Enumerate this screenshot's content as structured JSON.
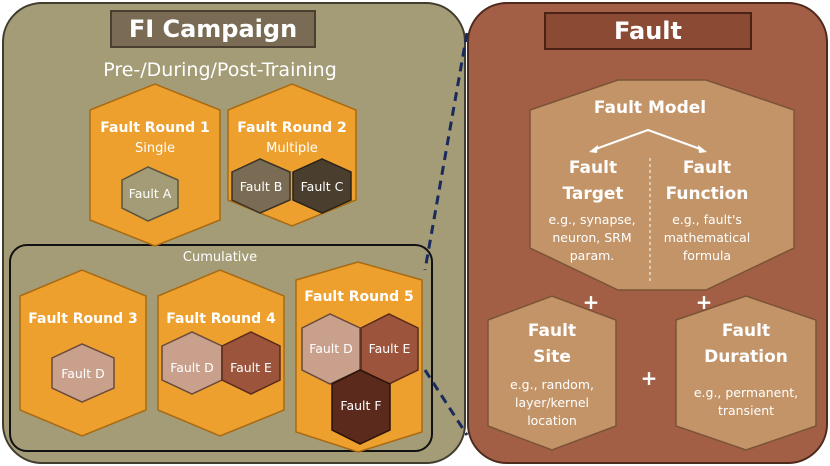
{
  "campaign": {
    "title": "FI Campaign",
    "subtitle": "Pre-/During/Post-Training",
    "cumulative_label": "Cumulative",
    "rounds": [
      {
        "title": "Fault Round 1",
        "sub": "Single",
        "faults": [
          "Fault A"
        ]
      },
      {
        "title": "Fault Round 2",
        "sub": "Multiple",
        "faults": [
          "Fault B",
          "Fault C"
        ]
      },
      {
        "title": "Fault Round 3",
        "faults": [
          "Fault D"
        ]
      },
      {
        "title": "Fault Round 4",
        "faults": [
          "Fault D",
          "Fault E"
        ]
      },
      {
        "title": "Fault Round 5",
        "faults": [
          "Fault D",
          "Fault E",
          "Fault F"
        ]
      }
    ]
  },
  "fault": {
    "title": "Fault",
    "model": {
      "title": "Fault Model",
      "target_title_1": "Fault",
      "target_title_2": "Target",
      "target_desc": [
        "e.g., synapse,",
        "neuron, SRM",
        "param."
      ],
      "function_title_1": "Fault",
      "function_title_2": "Function",
      "function_desc": [
        "e.g., fault's",
        "mathematical",
        "formula"
      ]
    },
    "site": {
      "title_1": "Fault",
      "title_2": "Site",
      "desc": [
        "e.g., random,",
        "layer/kernel",
        "location"
      ]
    },
    "duration": {
      "title_1": "Fault",
      "title_2": "Duration",
      "desc": [
        "e.g., permanent,",
        "transient"
      ]
    },
    "plus": "+"
  },
  "colors": {
    "left_panel": "#a39c76",
    "right_panel": "#a25f46",
    "round_hex": "#eea02e",
    "fault_a": "#a39c76",
    "fault_b": "#7a6c54",
    "fault_c": "#4a3e2e",
    "fault_d": "#c9a08c",
    "fault_e": "#9c553c",
    "fault_f": "#5b2a1c",
    "model_hex": "#c39468"
  }
}
